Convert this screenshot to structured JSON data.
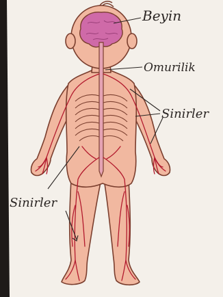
{
  "labels": {
    "brain": "Beyin",
    "spinal_cord": "Omurilik",
    "nerves_right": "Sinirler",
    "nerves_left": "Sinirler"
  },
  "colors": {
    "paper": "#f4f0ea",
    "skin": "#f1b8a0",
    "skin_outline": "#7a3e2e",
    "brain": "#cf6aa8",
    "spine": "#e5a3b4",
    "nerve": "#b2192d",
    "edge": "#1e1a18"
  }
}
